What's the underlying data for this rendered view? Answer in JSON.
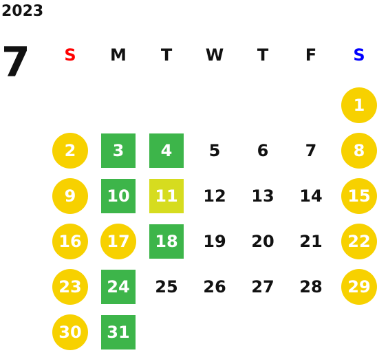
{
  "header": {
    "year": "2023",
    "month": "7"
  },
  "weekdays": [
    {
      "label": "S",
      "color": "#ff0000"
    },
    {
      "label": "M",
      "color": "#111111"
    },
    {
      "label": "T",
      "color": "#111111"
    },
    {
      "label": "W",
      "color": "#111111"
    },
    {
      "label": "T",
      "color": "#111111"
    },
    {
      "label": "F",
      "color": "#111111"
    },
    {
      "label": "S",
      "color": "#0000ff"
    }
  ],
  "weeks": [
    [
      null,
      null,
      null,
      null,
      null,
      null,
      {
        "day": "1",
        "style": "holiday"
      }
    ],
    [
      {
        "day": "2",
        "style": "holiday"
      },
      {
        "day": "3",
        "style": "green"
      },
      {
        "day": "4",
        "style": "green"
      },
      {
        "day": "5",
        "style": "normal"
      },
      {
        "day": "6",
        "style": "normal"
      },
      {
        "day": "7",
        "style": "normal"
      },
      {
        "day": "8",
        "style": "holiday"
      }
    ],
    [
      {
        "day": "9",
        "style": "holiday"
      },
      {
        "day": "10",
        "style": "green"
      },
      {
        "day": "11",
        "style": "lime"
      },
      {
        "day": "12",
        "style": "normal"
      },
      {
        "day": "13",
        "style": "normal"
      },
      {
        "day": "14",
        "style": "normal"
      },
      {
        "day": "15",
        "style": "holiday"
      }
    ],
    [
      {
        "day": "16",
        "style": "holiday"
      },
      {
        "day": "17",
        "style": "holiday"
      },
      {
        "day": "18",
        "style": "green"
      },
      {
        "day": "19",
        "style": "normal"
      },
      {
        "day": "20",
        "style": "normal"
      },
      {
        "day": "21",
        "style": "normal"
      },
      {
        "day": "22",
        "style": "holiday"
      }
    ],
    [
      {
        "day": "23",
        "style": "holiday"
      },
      {
        "day": "24",
        "style": "green"
      },
      {
        "day": "25",
        "style": "normal"
      },
      {
        "day": "26",
        "style": "normal"
      },
      {
        "day": "27",
        "style": "normal"
      },
      {
        "day": "28",
        "style": "normal"
      },
      {
        "day": "29",
        "style": "holiday"
      }
    ],
    [
      {
        "day": "30",
        "style": "holiday"
      },
      {
        "day": "31",
        "style": "green"
      },
      null,
      null,
      null,
      null,
      null
    ]
  ],
  "colors": {
    "holiday": "#f7d100",
    "green": "#3db54a",
    "lime": "#d6dc1f"
  }
}
